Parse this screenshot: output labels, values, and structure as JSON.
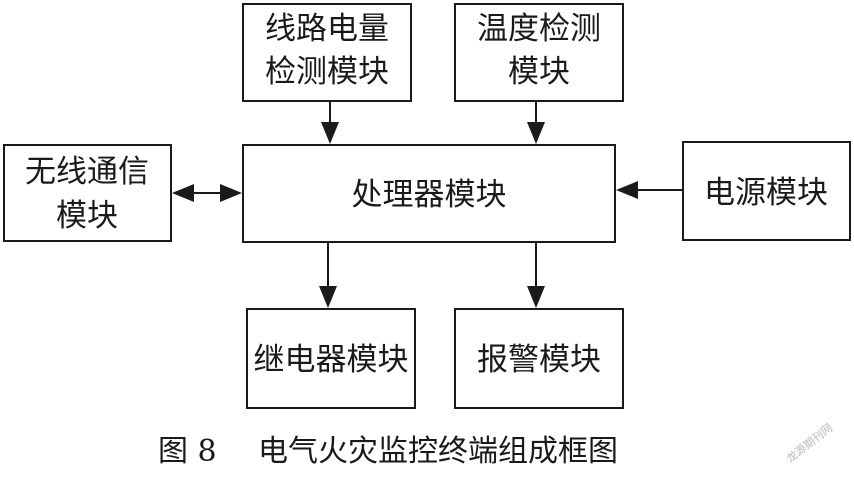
{
  "blocks": {
    "line_power_detection": [
      "线路电量",
      "检测模块"
    ],
    "temperature_detection": [
      "温度检测",
      "模块"
    ],
    "wireless_comm": [
      "无线通信",
      "模块"
    ],
    "processor": [
      "处理器模块"
    ],
    "power_supply": [
      "电源模块"
    ],
    "relay": [
      "继电器模块"
    ],
    "alarm": [
      "报警模块"
    ]
  },
  "connections": [
    {
      "from": "line_power_detection",
      "to": "processor",
      "direction": "one-way"
    },
    {
      "from": "temperature_detection",
      "to": "processor",
      "direction": "one-way"
    },
    {
      "from": "wireless_comm",
      "to": "processor",
      "direction": "two-way"
    },
    {
      "from": "power_supply",
      "to": "processor",
      "direction": "one-way"
    },
    {
      "from": "processor",
      "to": "relay",
      "direction": "one-way"
    },
    {
      "from": "processor",
      "to": "alarm",
      "direction": "one-way"
    }
  ],
  "caption": {
    "figure_number": "图 8",
    "title": "电气火灾监控终端组成框图"
  },
  "watermark": "龙源期刊网",
  "colors": {
    "line": "#1a1a1a",
    "background": "#ffffff",
    "watermark": "#b9b9b9"
  }
}
